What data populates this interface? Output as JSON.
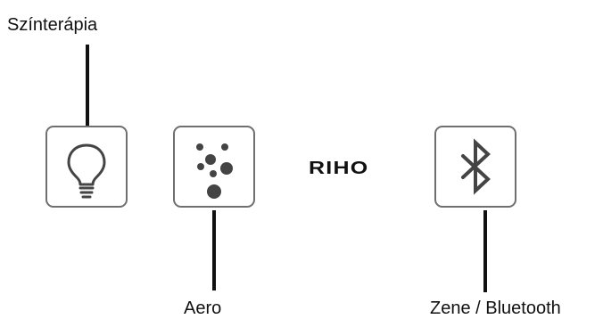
{
  "labels": {
    "chromotherapy": "Színterápia",
    "aero": "Aero",
    "music": "Zene / Bluetooth"
  },
  "brand": "RIHO",
  "buttons": [
    {
      "icon": "lightbulb-icon"
    },
    {
      "icon": "bubbles-icon"
    },
    {
      "icon": "bluetooth-icon"
    }
  ],
  "colors": {
    "line": "#111111",
    "icon": "#444444",
    "border": "#6f6f6f"
  }
}
